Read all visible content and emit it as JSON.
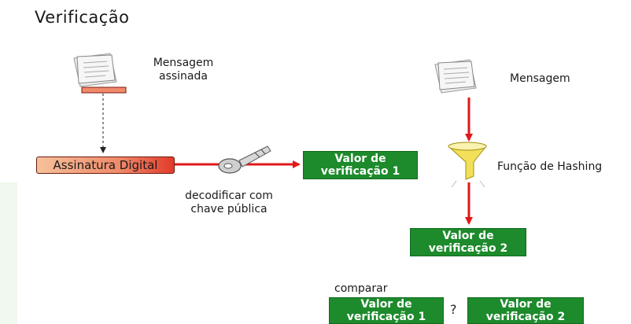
{
  "title": "Verificação",
  "signed_message": {
    "line1": "Mensagem",
    "line2": "assinada"
  },
  "message": {
    "label": "Mensagem"
  },
  "digital_signature": {
    "label": "Assinatura Digital"
  },
  "decode": {
    "line1": "decodificar com",
    "line2": "chave pública"
  },
  "verification_value_1": {
    "line1": "Valor de",
    "line2": "verificação 1"
  },
  "hashing": {
    "label": "Função de Hashing"
  },
  "verification_value_2": {
    "line1": "Valor de",
    "line2": "verificação 2"
  },
  "compare": {
    "label": "comparar",
    "symbol": "?",
    "left": {
      "line1": "Valor de",
      "line2": "verificação 1"
    },
    "right": {
      "line1": "Valor de",
      "line2": "verificação 2"
    }
  },
  "colors": {
    "green": "#1d8a2c",
    "red_arrow": "#e01818",
    "signature_gradient_end": "#e23b2a"
  },
  "icons": [
    "document-stack-icon",
    "key-icon",
    "funnel-icon"
  ]
}
